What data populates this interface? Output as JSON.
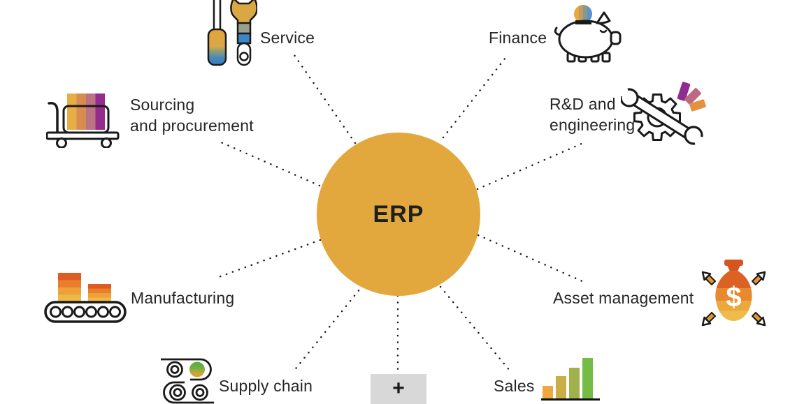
{
  "diagram": {
    "center": {
      "label": "ERP"
    },
    "nodes": {
      "service": {
        "label": "Service",
        "icon": "screwdriver-wrench"
      },
      "finance": {
        "label": "Finance",
        "icon": "piggy-bank-coin"
      },
      "sourcing": {
        "label_line1": "Sourcing",
        "label_line2": "and procurement",
        "icon": "hand-cart-box"
      },
      "rd": {
        "label_line1": "R&D and",
        "label_line2": "engineering",
        "icon": "gear-wrench"
      },
      "manufacturing": {
        "label": "Manufacturing",
        "icon": "conveyor-belt"
      },
      "asset": {
        "label": "Asset management",
        "icon": "money-bag-arrows",
        "icon_text": "$"
      },
      "supply": {
        "label": "Supply chain",
        "icon": "belt-rollers"
      },
      "sales": {
        "label": "Sales",
        "icon": "growing-bar-chart"
      },
      "more": {
        "label": "+",
        "icon": "plus-box"
      }
    },
    "colors": {
      "hub": "#E2A83D",
      "hub_text": "#1F1F1F",
      "label_text": "#262626",
      "connector_dots": "#1A1A1A",
      "plus_box_bg": "#D8D8D8",
      "sales_bars": [
        "#EDA93D",
        "#C9AD45",
        "#A0B04B",
        "#74BC45"
      ],
      "sourcing_box_stripes": [
        "#E7AE46",
        "#D98C52",
        "#BA7383",
        "#962B8E"
      ],
      "manufacturing_box_stripes": [
        "#DF5B22",
        "#E97E2C",
        "#EFA138",
        "#F0B847"
      ],
      "coin_stripes": [
        "#E8A93C",
        "#C19A64",
        "#8A9985",
        "#5593D2"
      ],
      "rd_rays": [
        "#8E2C90",
        "#BA6A85",
        "#E49140"
      ],
      "money_bag_top": "#DC6224",
      "money_bag_bottom": "#EFBB4B"
    }
  }
}
